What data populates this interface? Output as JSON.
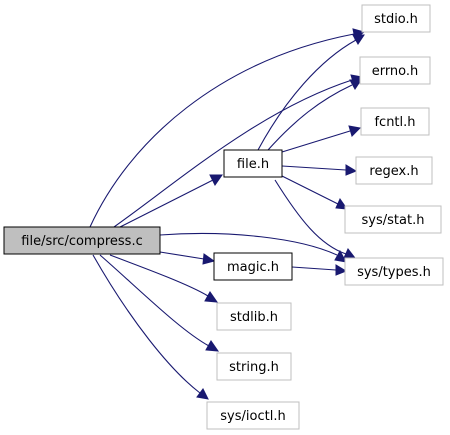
{
  "graph": {
    "nodes": {
      "compress": {
        "label": "file/src/compress.c",
        "style": "root"
      },
      "file_h": {
        "label": "file.h",
        "style": "project"
      },
      "magic_h": {
        "label": "magic.h",
        "style": "project"
      },
      "stdio_h": {
        "label": "stdio.h",
        "style": "system"
      },
      "errno_h": {
        "label": "errno.h",
        "style": "system"
      },
      "fcntl_h": {
        "label": "fcntl.h",
        "style": "system"
      },
      "regex_h": {
        "label": "regex.h",
        "style": "system"
      },
      "sys_stat_h": {
        "label": "sys/stat.h",
        "style": "system"
      },
      "sys_types_h": {
        "label": "sys/types.h",
        "style": "system"
      },
      "stdlib_h": {
        "label": "stdlib.h",
        "style": "system"
      },
      "string_h": {
        "label": "string.h",
        "style": "system"
      },
      "sys_ioctl_h": {
        "label": "sys/ioctl.h",
        "style": "system"
      }
    },
    "colors": {
      "root_fill": "#bfbfbf",
      "root_border": "#000000",
      "project_border": "#000000",
      "system_border": "#bfbfbf",
      "edge": "#191970"
    }
  }
}
